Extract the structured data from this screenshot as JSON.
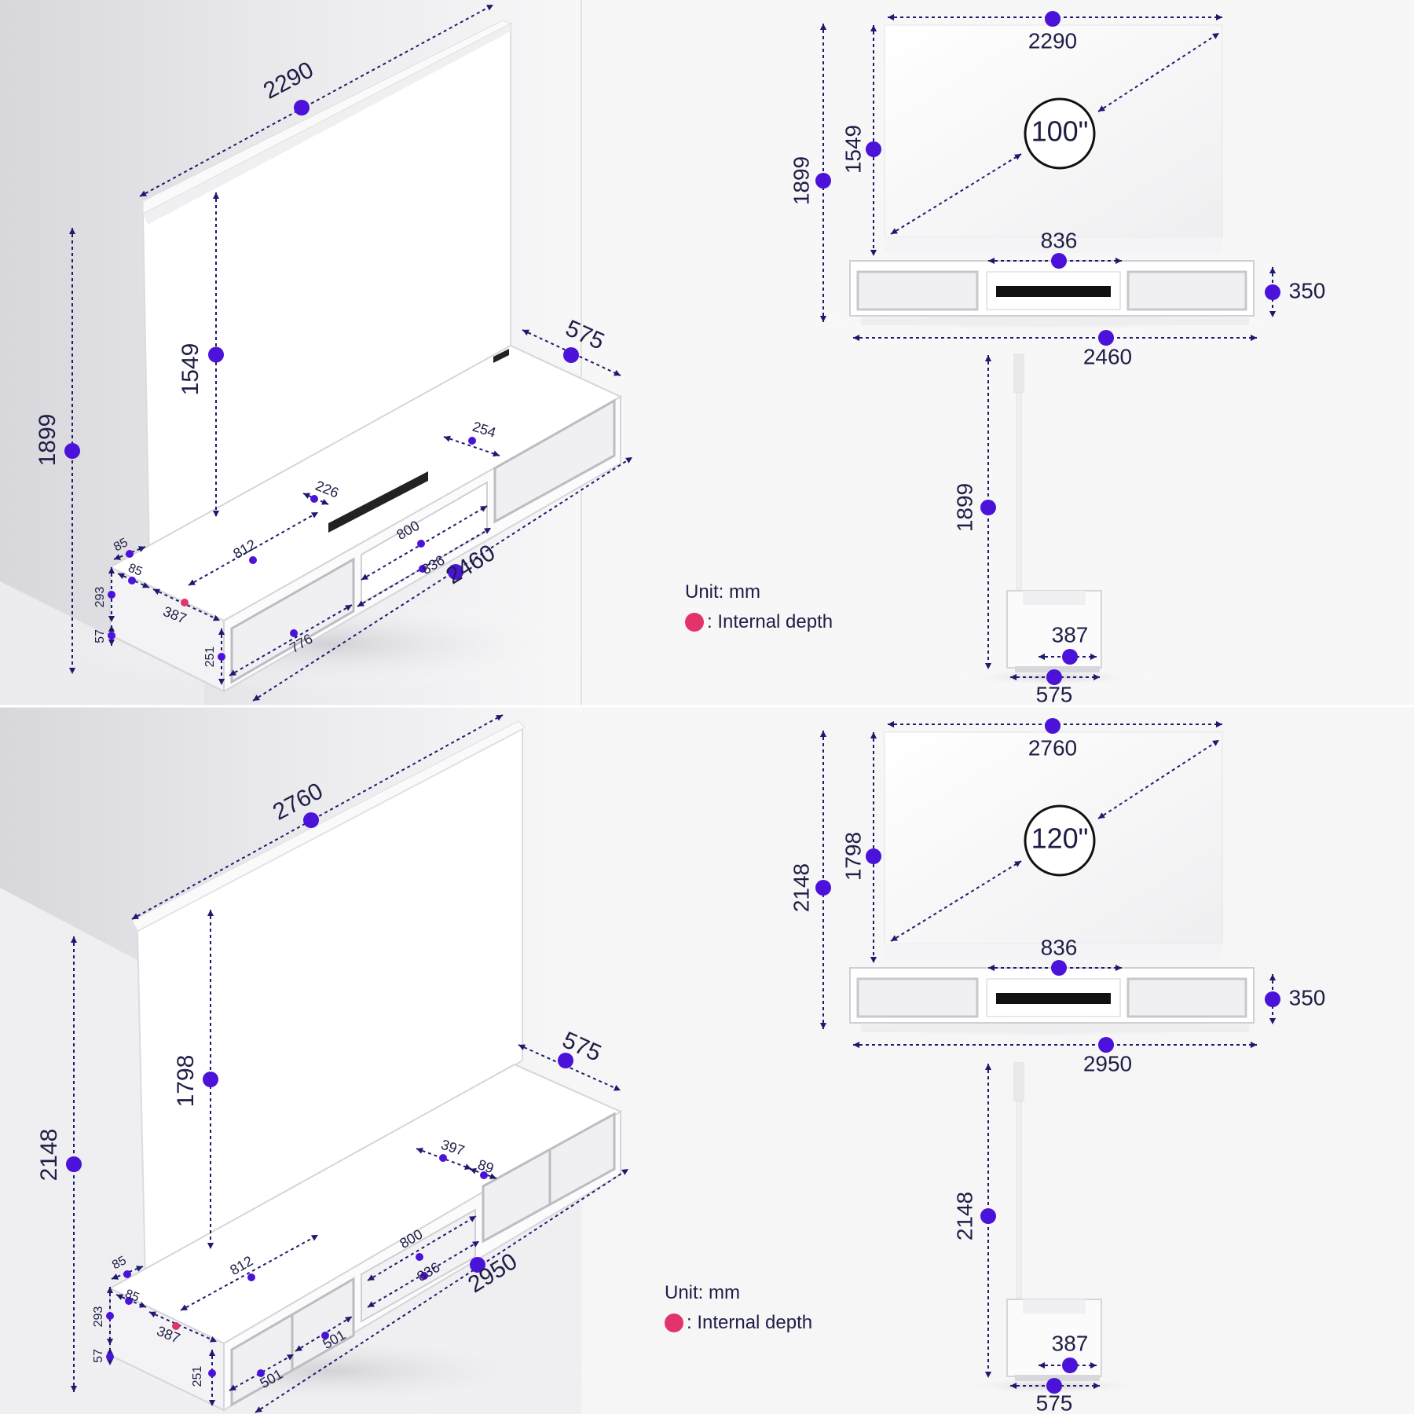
{
  "colors": {
    "dimension_line": "#1f1a6e",
    "dimension_dot": "#4b12d9",
    "internal_depth_dot": "#e3336b",
    "label_text": "#1e1e46",
    "furniture": "#ffffff",
    "floor": "#f0f0f2",
    "wall": "#e4e4e8",
    "screen": "#f6f6f6",
    "lens_slot": "#111111"
  },
  "icons": {
    "dimension_marker": "dot",
    "internal_depth_marker": "dot"
  },
  "legend": {
    "unit": "Unit: mm",
    "internal_depth": ": Internal depth"
  },
  "top_variant": {
    "screen_size": "100\"",
    "iso": {
      "screen_width": "2290",
      "screen_height": "1549",
      "total_height": "1899",
      "cabinet_depth": "575",
      "cabinet_length": "2460",
      "drawer_width_812": "812",
      "center_width_800": "800",
      "center_width_836": "836",
      "slot_226": "226",
      "shelf_254": "254",
      "offset_85_a": "85",
      "offset_85_b": "85",
      "height_293": "293",
      "height_57": "57",
      "internal_387": "387",
      "compartment_776": "776",
      "inner_251": "251"
    },
    "front": {
      "screen_width": "2290",
      "screen_height": "1549",
      "total_height": "1899",
      "center_width": "836",
      "cabinet_height": "350",
      "cabinet_length": "2460"
    },
    "side": {
      "total_height": "1899",
      "internal_depth": "387",
      "depth": "575"
    }
  },
  "bottom_variant": {
    "screen_size": "120\"",
    "iso": {
      "screen_width": "2760",
      "screen_height": "1798",
      "total_height": "2148",
      "cabinet_depth": "575",
      "cabinet_length": "2950",
      "drawer_width_812": "812",
      "center_width_800": "800",
      "center_width_836": "836",
      "shelf_397": "397",
      "shelf_89": "89",
      "offset_85_a": "85",
      "offset_85_b": "85",
      "height_293": "293",
      "height_57": "57",
      "internal_387": "387",
      "compartment_501_a": "501",
      "compartment_501_b": "501",
      "inner_251": "251"
    },
    "front": {
      "screen_width": "2760",
      "screen_height": "1798",
      "total_height": "2148",
      "center_width": "836",
      "cabinet_height": "350",
      "cabinet_length": "2950"
    },
    "side": {
      "total_height": "2148",
      "internal_depth": "387",
      "depth": "575"
    }
  }
}
